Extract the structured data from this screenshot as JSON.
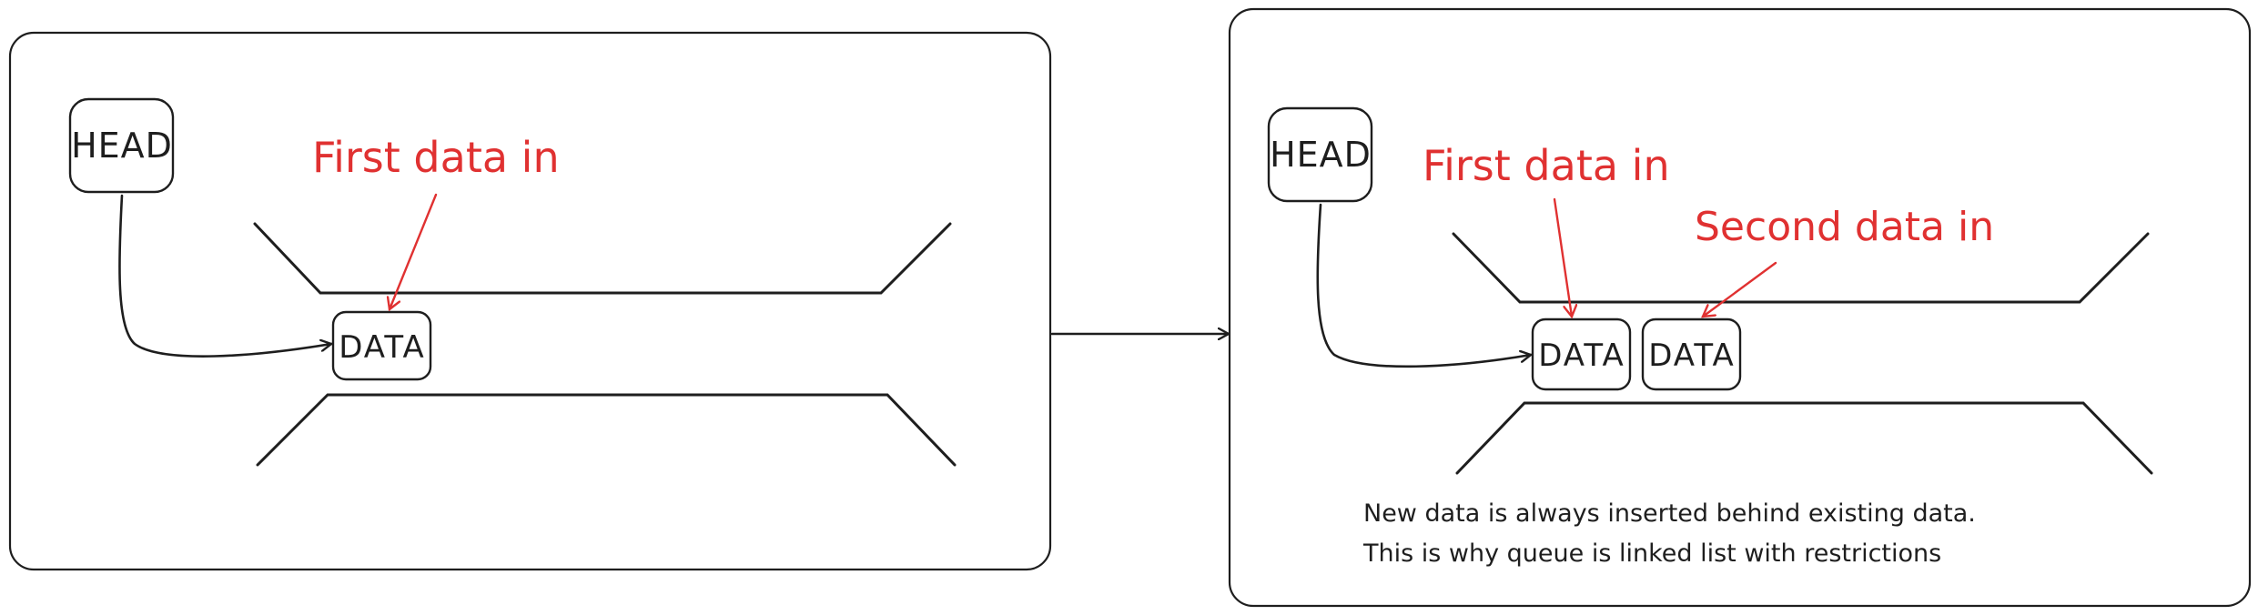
{
  "left_panel": {
    "head_label": "HEAD",
    "data_label": "DATA",
    "note": "First data in"
  },
  "right_panel": {
    "head_label": "HEAD",
    "data_labels": [
      "DATA",
      "DATA"
    ],
    "note_first": "First data in",
    "note_second": "Second data in",
    "caption_lines": [
      "New data is always inserted behind existing data.",
      "This is why queue is linked list with restrictions"
    ]
  },
  "colors": {
    "ink": "#1e1e1e",
    "annotation": "#e03131",
    "background": "#ffffff"
  }
}
